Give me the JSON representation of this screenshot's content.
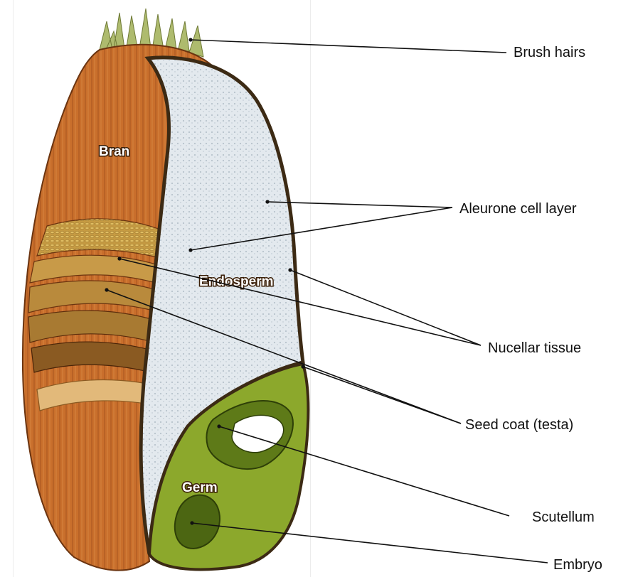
{
  "labels": {
    "brush_hairs": "Brush hairs",
    "aleurone": "Aleurone cell layer",
    "nucellar": "Nucellar tissue",
    "seed_coat": "Seed coat (testa)",
    "scutellum": "Scutellum",
    "embryo": "Embryo"
  },
  "inset_labels": {
    "bran": "Bran",
    "endosperm": "Endosperm",
    "germ": "Germ"
  },
  "colors": {
    "bran": "#c96f2c",
    "bran_dark": "#8a4416",
    "endosperm": "#dfe6ea",
    "germ": "#8aa62a",
    "germ_dark": "#4f6b14",
    "hairs": "#a8b46a",
    "layers": "#b07a32"
  }
}
